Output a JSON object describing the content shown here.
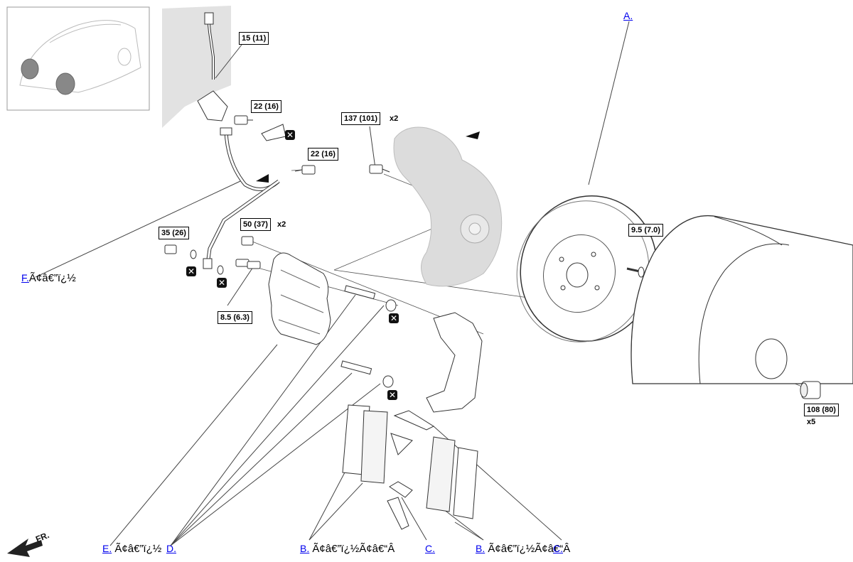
{
  "torque_labels": {
    "t1": "15 (11)",
    "t2": "22 (16)",
    "t3": "22 (16)",
    "t4": "137 (101)",
    "t5": "50 (37)",
    "t6": "35 (26)",
    "t7": "8.5 (6.3)",
    "t8": "9.5 (7.0)",
    "t9": "108 (80)"
  },
  "quantities": {
    "q_knuckle": "x2",
    "q_bracket": "x2",
    "q_lugnut": "x5"
  },
  "callouts": {
    "a": {
      "link": "A."
    },
    "f": {
      "link": "F.",
      "text": "Ã¢â€”ï¿½"
    },
    "e": {
      "link": "E.",
      "text": "Ã¢â€”ï¿½"
    },
    "d": {
      "link": "D."
    },
    "b1": {
      "link": "B.",
      "text": "Ã¢â€”ï¿½Ã¢â€“Â"
    },
    "c1": {
      "link": "C."
    },
    "b2": {
      "link": "B.",
      "text": "Ã¢â€”ï¿½Ã¢â€“Â"
    },
    "c2": {
      "link": "C."
    }
  },
  "replace_mark": "✕",
  "front_indicator": "FR.",
  "colors": {
    "link": "#0000ee",
    "line": "#333333",
    "shade": "#d8d8d8"
  },
  "icons": [
    "vehicle-inset",
    "brake-hose",
    "knuckle",
    "brake-disc",
    "wheel-hub",
    "caliper-body",
    "caliper-bracket",
    "brake-pads",
    "pad-clips",
    "front-arrow"
  ]
}
